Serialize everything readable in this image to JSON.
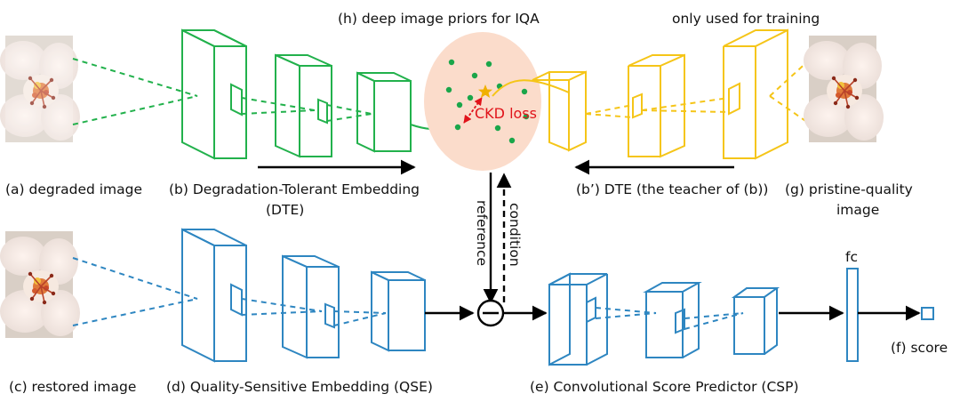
{
  "labels": {
    "h": "(h) deep image priors for IQA",
    "only_training": "only used for training",
    "ckd": "CKD loss",
    "a": "(a) degraded image",
    "b_line1": "(b) Degradation-Tolerant Embedding",
    "b_line2": "(DTE)",
    "bp": "(b’) DTE (the teacher of (b))",
    "g_line1": "(g) pristine-quality",
    "g_line2": "image",
    "reference": "reference",
    "condition": "condition",
    "c": "(c) restored image",
    "d": "(d) Quality-Sensitive Embedding (QSE)",
    "e": "(e) Convolutional Score Predictor (CSP)",
    "fc": "fc",
    "f": "(f) score"
  },
  "colors": {
    "green": "#22b14c",
    "orange": "#f5c518",
    "blue": "#2e86c1",
    "prior_region": "#fbdccb",
    "ckd_red": "#e0131a",
    "star": "#f0b000",
    "arrow": "#000000"
  },
  "icons": {
    "subtract": "circled-minus-icon",
    "star": "star-icon",
    "flower": "flower-photo"
  }
}
